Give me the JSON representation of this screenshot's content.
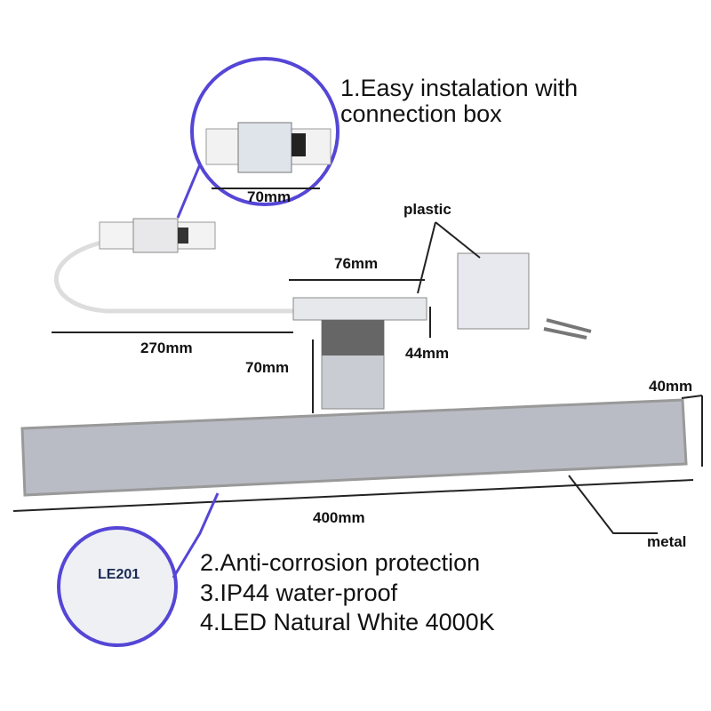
{
  "features": {
    "f1_line1": "1.Easy instalation with",
    "f1_line2": "connection box",
    "f2": "2.Anti-corrosion protection",
    "f3": "3.IP44 water-proof",
    "f4": "4.LED Natural White 4000K"
  },
  "dimensions": {
    "box_width": "70mm",
    "cable_length": "270mm",
    "bracket_width": "76mm",
    "bracket_depth": "44mm",
    "arm_height": "70mm",
    "bar_height": "40mm",
    "bar_length": "400mm"
  },
  "materials": {
    "plastic": "plastic",
    "metal": "metal"
  },
  "label_model": "LE201",
  "colors": {
    "circle": "#5546d6",
    "bar": "#b9bcc4"
  }
}
